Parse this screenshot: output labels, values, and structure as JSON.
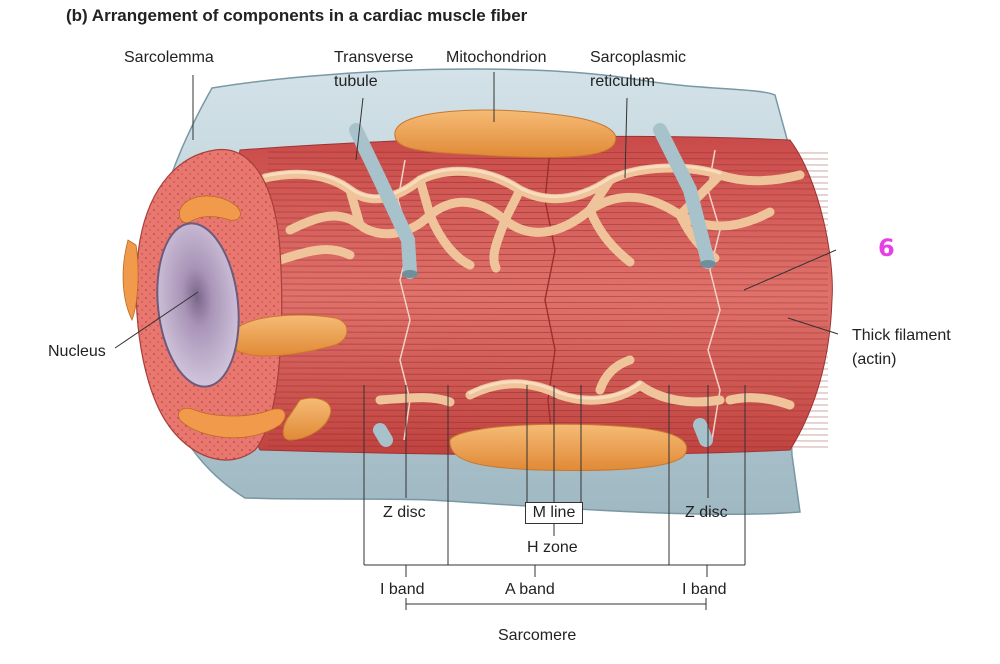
{
  "title": "(b) Arrangement of components in a cardiac muscle fiber",
  "marker": "6",
  "labels": {
    "sarcolemma": "Sarcolemma",
    "transverse_tubule_1": "Transverse",
    "transverse_tubule_2": "tubule",
    "mitochondrion": "Mitochondrion",
    "sarcoplasmic_1": "Sarcoplasmic",
    "sarcoplasmic_2": "reticulum",
    "nucleus": "Nucleus",
    "thick_filament_1": "Thick filament",
    "thick_filament_2": "(actin)",
    "z_disc_left": "Z disc",
    "m_line": "M line",
    "z_disc_right": "Z disc",
    "h_zone": "H zone",
    "i_band_left": "I band",
    "a_band": "A band",
    "i_band_right": "I band",
    "sarcomere": "Sarcomere"
  },
  "colors": {
    "muscle": "#d9625e",
    "muscle_dark": "#a83a3a",
    "sarcolemma": "#b7cdd6",
    "reticulum": "#f1c7a1",
    "mitochondrion": "#f0a055",
    "nucleus": "#b7a4c4",
    "marker": "#e63fe6"
  }
}
